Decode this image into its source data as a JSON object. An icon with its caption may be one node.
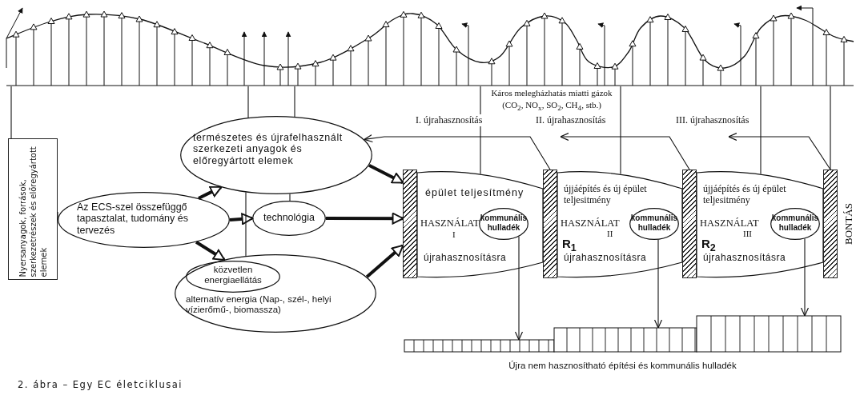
{
  "diagram": {
    "caption": "2. ábra – Egy EC életciklusai",
    "nodes": [
      {
        "text": [
          "Nyersanyagok, források, szerkezetrészek és előregyártott elemek"
        ]
      },
      {
        "text": [
          "természetes és újrafelhasznált szerkezeti anyagok és előregyártott elemek"
        ]
      },
      {
        "text": [
          "Az ECS-szel összefüggő tapasztalat, tudomány és tervezés"
        ]
      },
      {
        "text": [
          "technológia"
        ]
      },
      {
        "text": [
          "alternatív energia (Nap-, szél-, helyi vízierőmű-, biomassza)"
        ]
      },
      {
        "text": [
          "közvetlen energiaellátás"
        ],
        "in": 4
      },
      {
        "text": [
          "épület teljesítmény",
          "HASZNÁLAT",
          "I",
          "újrahasznosításra"
        ]
      },
      {
        "text": [
          "kommunális hulladék"
        ],
        "in": 6
      },
      {
        "text": [
          "újjáépítés és új épület teljesitmény",
          "HASZNÁLAT",
          "II",
          "R$_{1}$",
          "újrahasznosításra"
        ]
      },
      {
        "text": [
          "kommunális hulladék"
        ],
        "in": 8
      },
      {
        "text": [
          "újjáépítés és új épület teljesitmény",
          "HASZNÁLAT",
          "III",
          "R$_{2}$",
          "újrahasznosításra"
        ]
      },
      {
        "text": [
          "kommunális hulladék"
        ],
        "in": 10
      },
      {
        "text": [],
        "shape": "bar"
      },
      {
        "text": [],
        "shape": "bar"
      },
      {
        "text": [],
        "shape": "bar"
      },
      {
        "text": [],
        "shape": "bar",
        "beside": [
          "BONTÁS"
        ]
      },
      {
        "text": [
          "Újra nem hasznosítható építési és kommunális hulladék"
        ]
      },
      {
        "text": [],
        "shape": "picture",
        "beside": [
          "Káros melegházhatás miatti gázok (CO$_{2}$, NO$_{x}$, SO$_{2}$, CH$_{4}$, stb.)"
        ]
      }
    ],
    "edges": [
      {
        "from": 0,
        "to": 17,
        "arrow": "none"
      },
      {
        "from": 1,
        "to": 17,
        "arrow": "none"
      },
      {
        "from": 1,
        "to": 17,
        "arrow": "none"
      },
      {
        "from": 6,
        "to": 17,
        "arrow": "none"
      },
      {
        "from": 8,
        "to": 17,
        "arrow": "none"
      },
      {
        "from": 10,
        "to": 17,
        "arrow": "none"
      },
      {
        "from": 15,
        "to": 17,
        "arrow": "none"
      },
      {
        "from": 13,
        "to": 1,
        "arrow": "to",
        "label": "I. újrahasznosítás"
      },
      {
        "from": 14,
        "to": null,
        "arrow": "to",
        "label": "II. újrahasznosítás"
      },
      {
        "from": 15,
        "to": null,
        "arrow": "to",
        "label": "III. újrahasznosítás"
      },
      {
        "from": 0,
        "to": 2,
        "arrow": "none"
      },
      {
        "from": 2,
        "to": 1,
        "arrow": "to",
        "style": "thick"
      },
      {
        "from": 2,
        "to": 3,
        "arrow": "to",
        "style": "thick"
      },
      {
        "from": 2,
        "to": 4,
        "arrow": "to",
        "style": "thick"
      },
      {
        "from": 1,
        "to": 12,
        "arrow": "to",
        "style": "thick"
      },
      {
        "from": 3,
        "to": 12,
        "arrow": "to",
        "style": "thick"
      },
      {
        "from": 4,
        "to": 12,
        "arrow": "to",
        "style": "thick"
      },
      {
        "from": 1,
        "to": 3,
        "arrow": "none"
      },
      {
        "from": 1,
        "to": 4,
        "arrow": "none"
      },
      {
        "from": 7,
        "to": 16,
        "arrow": "to"
      },
      {
        "from": 9,
        "to": 16,
        "arrow": "to"
      },
      {
        "from": 11,
        "to": 16,
        "arrow": "to"
      }
    ]
  }
}
